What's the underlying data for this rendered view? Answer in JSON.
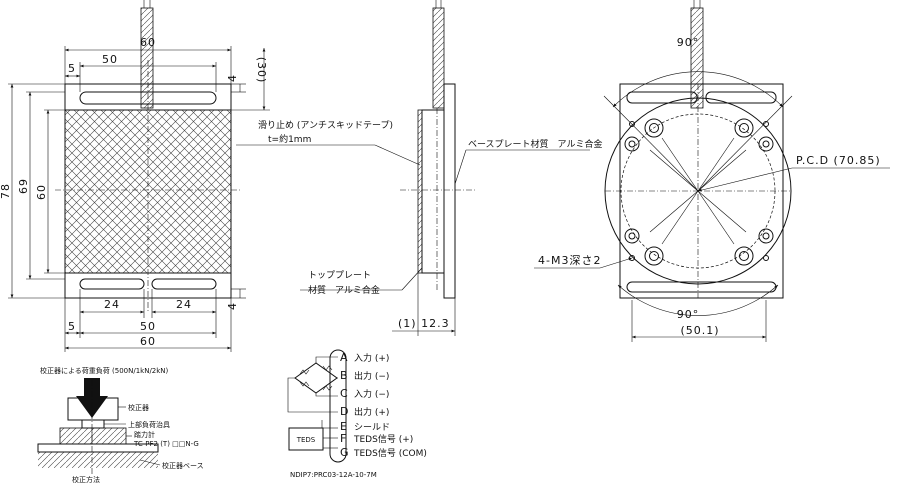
{
  "front_view": {
    "dims": {
      "w60_top": "60",
      "w50_top": "50",
      "w5_top": "5",
      "h4_top": "4",
      "h30": "(30)",
      "h78": "78",
      "h69": "69",
      "h60": "60",
      "w24_left": "24",
      "w24_right": "24",
      "h4_bottom": "4",
      "w5_bottom": "5",
      "w50_bottom": "50",
      "w60_bottom": "60"
    }
  },
  "side_view": {
    "callout_antiskid_line1": "滑り止め (アンチスキッドテープ)",
    "callout_antiskid_line2": "t=約1mm",
    "callout_base_plate": "ベースプレート材質　アルミ合金",
    "callout_top_plate_line1": "トッププレート",
    "callout_top_plate_line2": "材質　アルミ合金",
    "dim_thickness": "(1) 12.3"
  },
  "rear_view": {
    "angle_top": "90°",
    "angle_bottom": "90°",
    "pcd": "P.C.D (70.85)",
    "holes": "4-M3深さ2",
    "width": "(50.1)"
  },
  "wiring": {
    "pins": [
      {
        "letter": "A",
        "label": "入力 (+)"
      },
      {
        "letter": "B",
        "label": "出力 (−)"
      },
      {
        "letter": "C",
        "label": "入力 (−)"
      },
      {
        "letter": "D",
        "label": "出力 (+)"
      },
      {
        "letter": "E",
        "label": "シールド"
      },
      {
        "letter": "F",
        "label": "TEDS信号 (+)"
      },
      {
        "letter": "G",
        "label": "TEDS信号 (COM)"
      }
    ],
    "teds": "TEDS",
    "connector": "NDIP7:PRC03-12A-10-7M"
  },
  "calibration": {
    "title": "校正器による荷重負荷 (500N/1kN/2kN)",
    "calibrator": "校正器",
    "load_fixture": "上部負荷治具",
    "load_cell": "踏力計",
    "model": "TC-PF2 (T) □□N-G",
    "base": "校正器ベース",
    "method": "校正方法"
  }
}
